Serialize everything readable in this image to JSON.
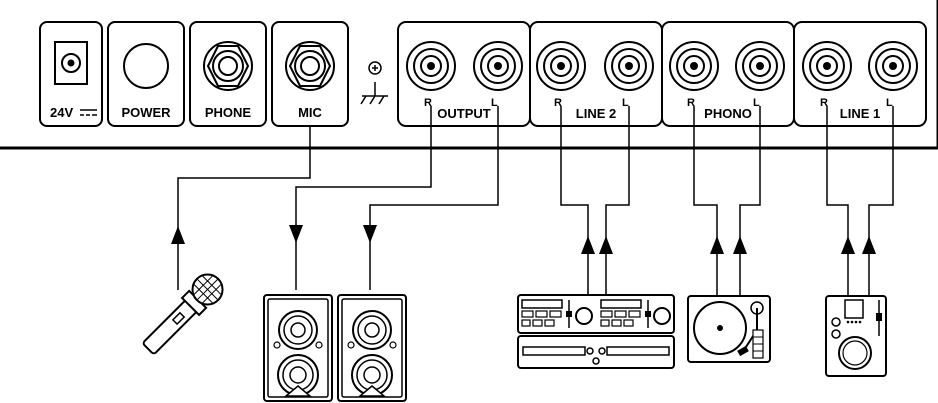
{
  "panel": {
    "dc_in_label": "24V",
    "power_label": "POWER",
    "phone_label": "PHONE",
    "mic_label": "MIC",
    "groups": [
      {
        "label": "OUTPUT",
        "left": "R",
        "right": "L"
      },
      {
        "label": "LINE 2",
        "left": "R",
        "right": "L"
      },
      {
        "label": "PHONO",
        "left": "R",
        "right": "L"
      },
      {
        "label": "LINE 1",
        "left": "R",
        "right": "L"
      }
    ]
  },
  "devices": {
    "microphone": "microphone-icon",
    "speakers": "speaker-icon",
    "cd_player": "cd-player-icon",
    "turntable": "turntable-icon",
    "media_player": "media-player-icon"
  },
  "colors": {
    "stroke": "#000000",
    "background": "#ffffff"
  }
}
